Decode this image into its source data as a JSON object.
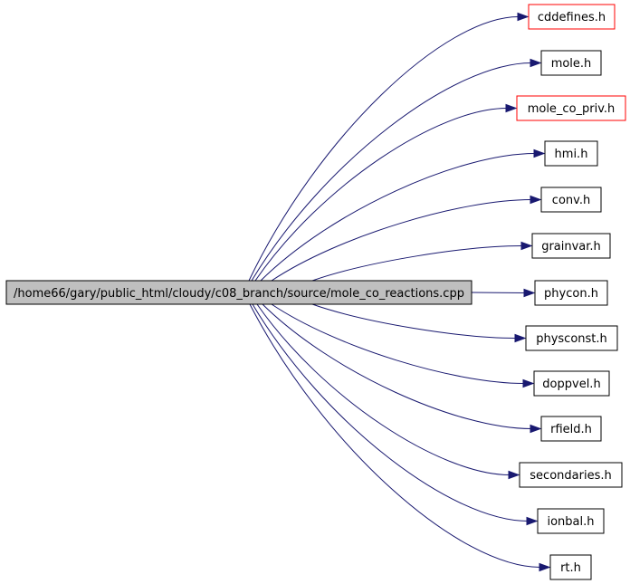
{
  "colors": {
    "edge": "#191970",
    "root_fill": "#bfbfbf",
    "node_border": "#000000",
    "missing_border": "#ff0000",
    "background": "#ffffff"
  },
  "root": {
    "label": "/home66/gary/public_html/cloudy/c08_branch/source/mole_co_reactions.cpp"
  },
  "nodes": [
    {
      "label": "cddefines.h",
      "missing": true
    },
    {
      "label": "mole.h",
      "missing": false
    },
    {
      "label": "mole_co_priv.h",
      "missing": true
    },
    {
      "label": "hmi.h",
      "missing": false
    },
    {
      "label": "conv.h",
      "missing": false
    },
    {
      "label": "grainvar.h",
      "missing": false
    },
    {
      "label": "phycon.h",
      "missing": false
    },
    {
      "label": "physconst.h",
      "missing": false
    },
    {
      "label": "doppvel.h",
      "missing": false
    },
    {
      "label": "rfield.h",
      "missing": false
    },
    {
      "label": "secondaries.h",
      "missing": false
    },
    {
      "label": "ionbal.h",
      "missing": false
    },
    {
      "label": "rt.h",
      "missing": false
    }
  ]
}
